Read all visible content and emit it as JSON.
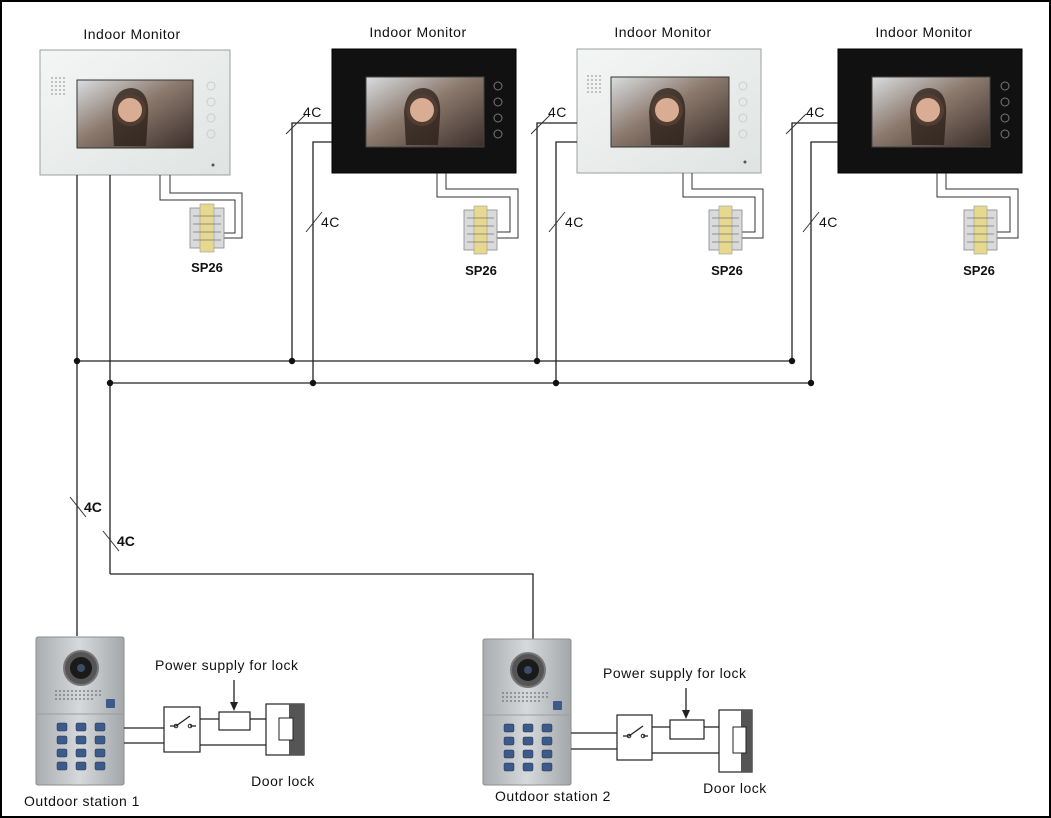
{
  "diagram": {
    "monitors": [
      {
        "label": "Indoor Monitor",
        "style": "white",
        "sp_label": "SP26"
      },
      {
        "label": "Indoor Monitor",
        "style": "black",
        "sp_label": "SP26",
        "cable_label_top": "4C",
        "cable_label_mid": "4C"
      },
      {
        "label": "Indoor Monitor",
        "style": "white",
        "sp_label": "SP26",
        "cable_label_top": "4C",
        "cable_label_mid": "4C"
      },
      {
        "label": "Indoor Monitor",
        "style": "black",
        "sp_label": "SP26",
        "cable_label_top": "4C",
        "cable_label_mid": "4C"
      }
    ],
    "riser_cable_labels": [
      "4C",
      "4C"
    ],
    "stations": [
      {
        "label": "Outdoor station 1",
        "power_label": "Power  supply  for  lock",
        "lock_label": "Door lock"
      },
      {
        "label": "Outdoor station 2",
        "power_label": "Power  supply  for  lock",
        "lock_label": "Door lock"
      }
    ],
    "colors": {
      "white_frame": "#eef0ef",
      "black_frame": "#111111",
      "wire": "#222222",
      "panel": "#c4c7c9"
    }
  }
}
